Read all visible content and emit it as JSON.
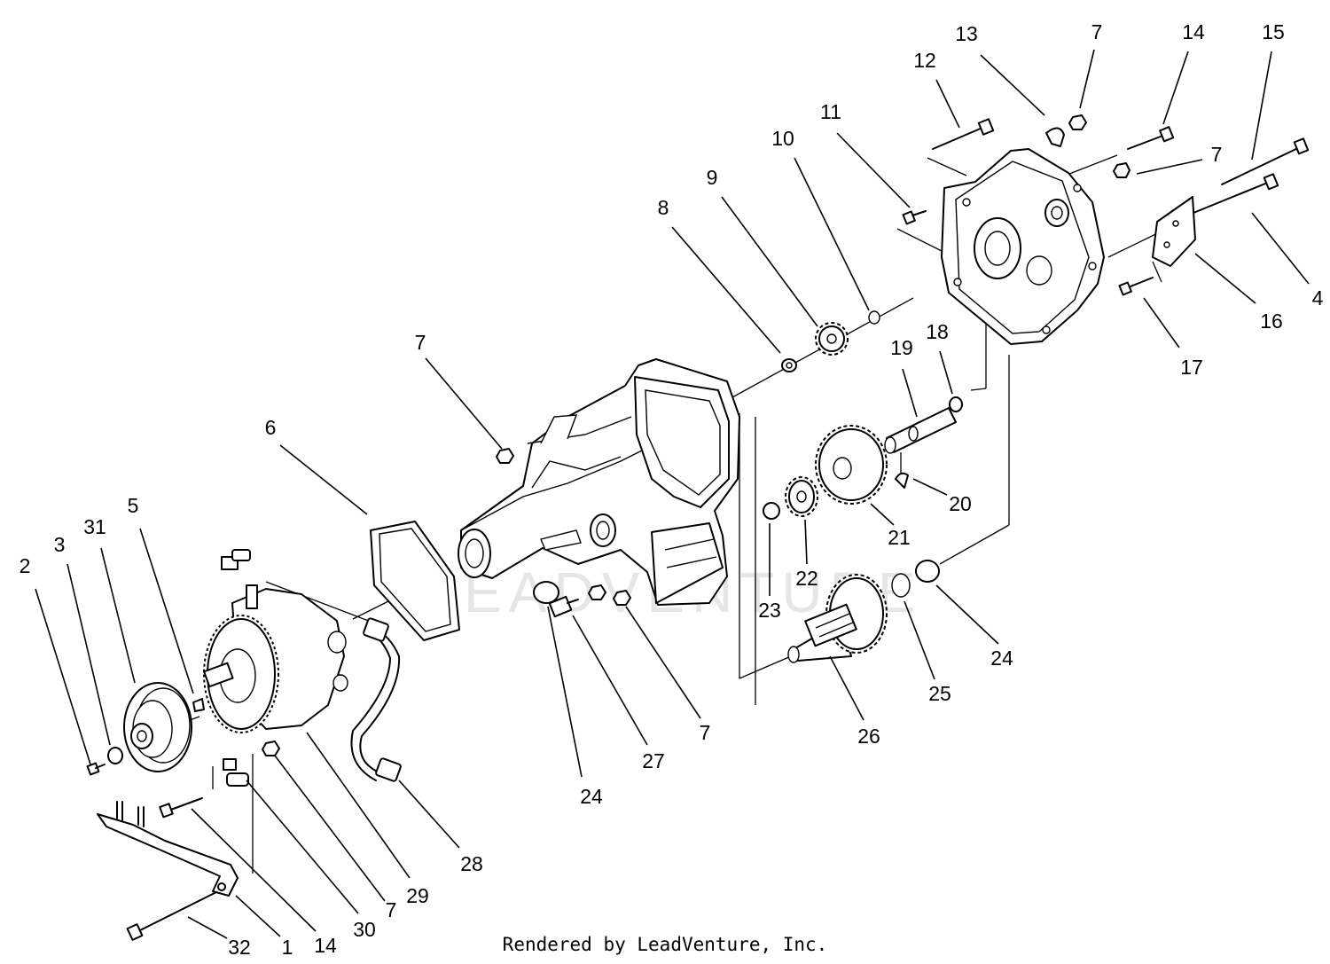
{
  "callouts": [
    {
      "id": "c2",
      "label": "2"
    },
    {
      "id": "c3",
      "label": "3"
    },
    {
      "id": "c31",
      "label": "31"
    },
    {
      "id": "c5",
      "label": "5"
    },
    {
      "id": "c6",
      "label": "6"
    },
    {
      "id": "c7a",
      "label": "7"
    },
    {
      "id": "c8",
      "label": "8"
    },
    {
      "id": "c9",
      "label": "9"
    },
    {
      "id": "c10",
      "label": "10"
    },
    {
      "id": "c11",
      "label": "11"
    },
    {
      "id": "c12",
      "label": "12"
    },
    {
      "id": "c13",
      "label": "13"
    },
    {
      "id": "c7b",
      "label": "7"
    },
    {
      "id": "c14a",
      "label": "14"
    },
    {
      "id": "c15",
      "label": "15"
    },
    {
      "id": "c7c",
      "label": "7"
    },
    {
      "id": "c4",
      "label": "4"
    },
    {
      "id": "c16",
      "label": "16"
    },
    {
      "id": "c17",
      "label": "17"
    },
    {
      "id": "c18",
      "label": "18"
    },
    {
      "id": "c19",
      "label": "19"
    },
    {
      "id": "c20",
      "label": "20"
    },
    {
      "id": "c21",
      "label": "21"
    },
    {
      "id": "c22",
      "label": "22"
    },
    {
      "id": "c23",
      "label": "23"
    },
    {
      "id": "c24a",
      "label": "24"
    },
    {
      "id": "c25",
      "label": "25"
    },
    {
      "id": "c26",
      "label": "26"
    },
    {
      "id": "c24b",
      "label": "24"
    },
    {
      "id": "c27",
      "label": "27"
    },
    {
      "id": "c7d",
      "label": "7"
    },
    {
      "id": "c28",
      "label": "28"
    },
    {
      "id": "c29",
      "label": "29"
    },
    {
      "id": "c7e",
      "label": "7"
    },
    {
      "id": "c30",
      "label": "30"
    },
    {
      "id": "c14b",
      "label": "14"
    },
    {
      "id": "c1",
      "label": "1"
    },
    {
      "id": "c32",
      "label": "32"
    }
  ],
  "watermark": "LEADVENTURE",
  "credit": "Rendered by LeadVenture, Inc."
}
